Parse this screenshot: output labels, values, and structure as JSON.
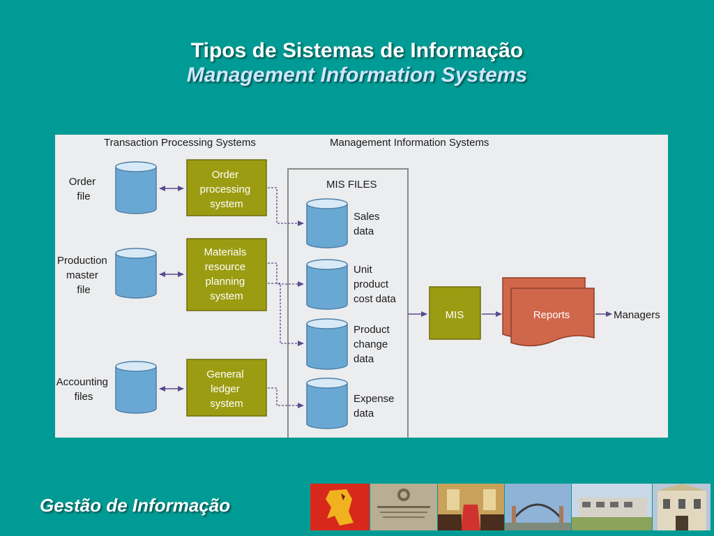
{
  "slide": {
    "title": "Tipos de Sistemas de Informação",
    "subtitle": "Management Information Systems",
    "footer": "Gestão de Informação"
  },
  "diagram": {
    "sections": {
      "tps": "Transaction Processing Systems",
      "mis": "Management Information Systems"
    },
    "mis_files_label": "MIS FILES",
    "tps_files": [
      {
        "lines": [
          "Order",
          "file"
        ]
      },
      {
        "lines": [
          "Production",
          "master",
          "file"
        ]
      },
      {
        "lines": [
          "Accounting",
          "files"
        ]
      }
    ],
    "tps_systems": [
      {
        "lines": [
          "Order",
          "processing",
          "system"
        ]
      },
      {
        "lines": [
          "Materials",
          "resource",
          "planning",
          "system"
        ]
      },
      {
        "lines": [
          "General",
          "ledger",
          "system"
        ]
      }
    ],
    "mis_files": [
      {
        "lines": [
          "Sales",
          "data"
        ]
      },
      {
        "lines": [
          "Unit",
          "product",
          "cost data"
        ]
      },
      {
        "lines": [
          "Product",
          "change",
          "data"
        ]
      },
      {
        "lines": [
          "Expense",
          "data"
        ]
      }
    ],
    "mis_box": "MIS",
    "reports": "Reports",
    "managers": "Managers"
  },
  "colors": {
    "background": "#009B94",
    "system_box": "#9C9C12",
    "cylinder": "#6AA8D4",
    "reports": "#D0664A",
    "arrow": "#5B4A8C"
  }
}
